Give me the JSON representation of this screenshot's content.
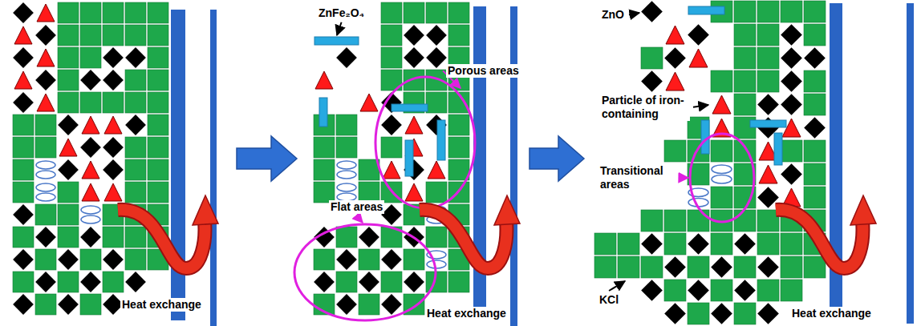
{
  "diagram": {
    "labels": [
      "Heat exchange",
      "ZnFe₂O₄",
      "Porous areas",
      "Flat areas",
      "Heat exchange",
      "ZnO",
      "Particle of iron-containing",
      "Transitional areas",
      "KCl",
      "Heat exchange"
    ]
  }
}
